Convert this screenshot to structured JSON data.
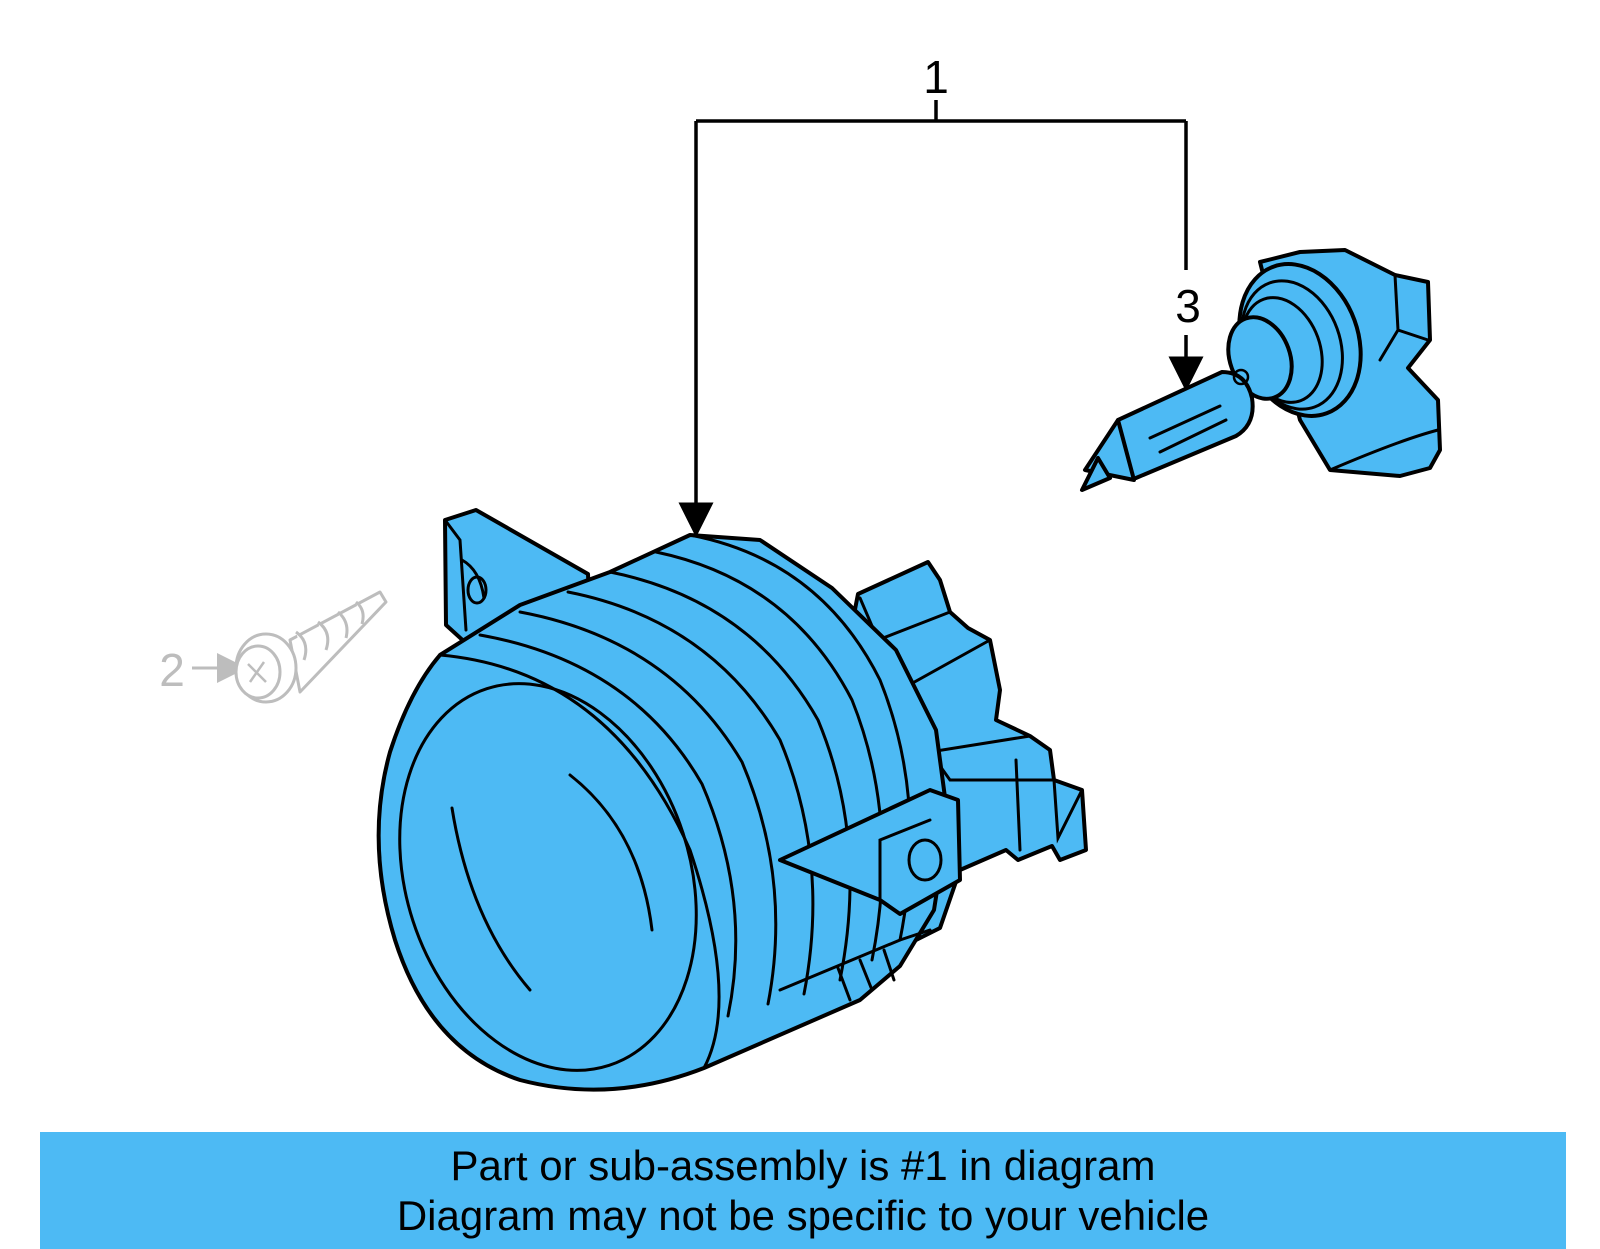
{
  "callouts": {
    "assembly": "1",
    "screw": "2",
    "bulb": "3"
  },
  "banner": {
    "line1": "Part or sub-assembly is #1 in diagram",
    "line2": "Diagram may not be specific to your vehicle"
  },
  "colors": {
    "part_fill": "#4dbaf4",
    "banner_fill": "#4dbaf4",
    "ghost_stroke": "#bdbdbd"
  }
}
